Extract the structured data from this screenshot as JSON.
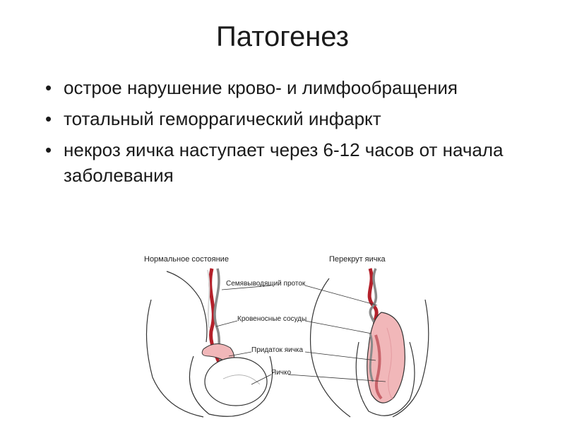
{
  "slide": {
    "title": "Патогенез",
    "bullets": [
      {
        "marker": "•",
        "text": "острое нарушение крово- и лимфообращения"
      },
      {
        "marker": "•",
        "text": " тотальный геморрагический инфаркт"
      },
      {
        "marker": "•",
        "text": "некроз яичка наступает через 6-12 часов от начала заболевания"
      }
    ]
  },
  "diagram": {
    "left_heading": "Нормальное состояние",
    "right_heading": "Перекрут яичка",
    "labels": {
      "vas_deferens": "Семявыводящий проток",
      "blood_vessels": "Кровеносные сосуды",
      "epididymis": "Придаток яичка",
      "testis": "Яичко"
    },
    "colors": {
      "vessel_red": "#b3202a",
      "vessel_gray": "#8a8a8a",
      "tissue_pink": "#f1b7b9",
      "tissue_dark": "#c9646b",
      "outline": "#333333"
    }
  }
}
